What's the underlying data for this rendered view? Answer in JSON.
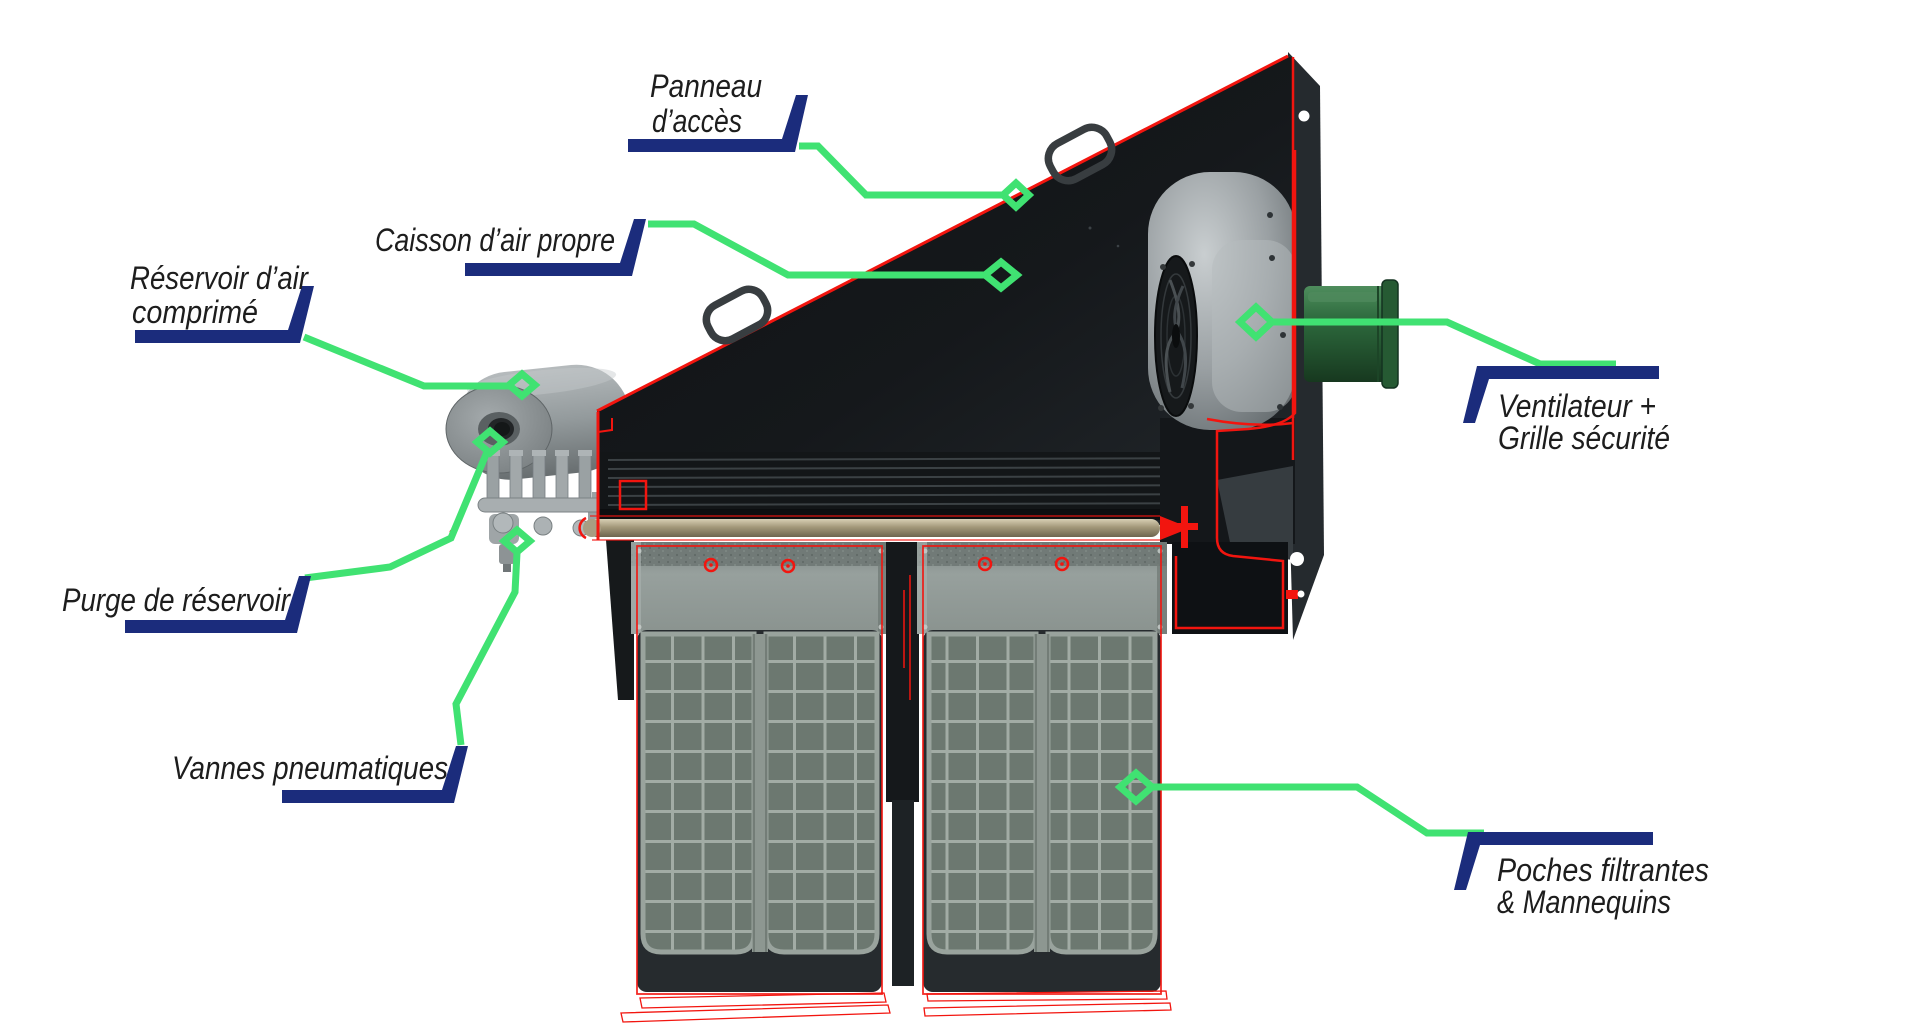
{
  "diagram": {
    "type": "annotated-equipment-diagram",
    "subject": "industrial dust collector / bag filter unit (side cutaway view)"
  },
  "colors": {
    "leader_green": "#40E272",
    "label_navy": "#1B2C7C",
    "outline_red": "#F2150F",
    "text_dark": "#1D1D1D",
    "duct_green": "#2D6A3D"
  },
  "labels": {
    "panneau_acces": {
      "lines": [
        "Panneau",
        "d’accès"
      ]
    },
    "caisson_air_propre": {
      "lines": [
        "Caisson d’air propre"
      ]
    },
    "reservoir_air_comprime": {
      "lines": [
        "Réservoir d’air",
        "comprimé"
      ]
    },
    "purge_reservoir": {
      "lines": [
        "Purge de réservoir"
      ]
    },
    "vannes_pneumatiques": {
      "lines": [
        "Vannes pneumatiques"
      ]
    },
    "ventilateur_grille": {
      "lines": [
        "Ventilateur +",
        "Grille sécurité"
      ]
    },
    "poches_filtrantes": {
      "lines": [
        "Poches filtrantes",
        "& Mannequins"
      ]
    }
  }
}
